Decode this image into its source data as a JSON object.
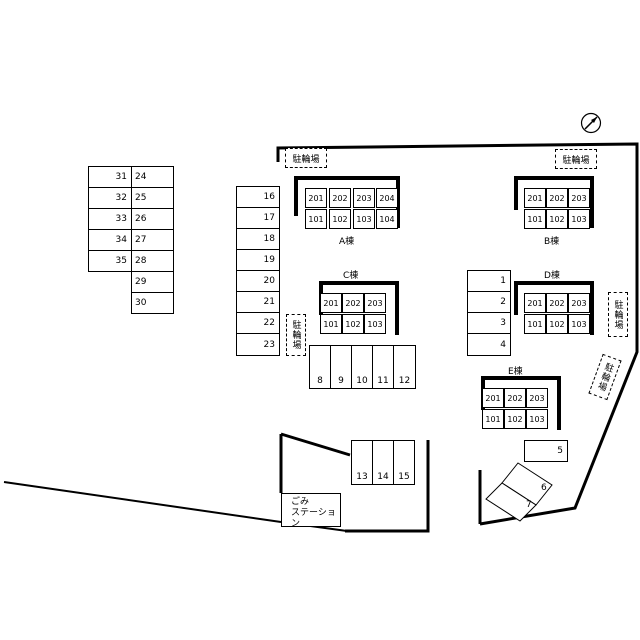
{
  "buildings": [
    {
      "name": "A棟",
      "upper": [
        "201",
        "202",
        "203",
        "204"
      ],
      "lower": [
        "101",
        "102",
        "103",
        "104"
      ]
    },
    {
      "name": "B棟",
      "upper": [
        "201",
        "202",
        "203"
      ],
      "lower": [
        "101",
        "102",
        "103"
      ]
    },
    {
      "name": "C棟",
      "upper": [
        "201",
        "202",
        "203"
      ],
      "lower": [
        "101",
        "102",
        "103"
      ]
    },
    {
      "name": "D棟",
      "upper": [
        "201",
        "202",
        "203"
      ],
      "lower": [
        "101",
        "102",
        "103"
      ]
    },
    {
      "name": "E棟",
      "upper": [
        "201",
        "202",
        "203"
      ],
      "lower": [
        "101",
        "102",
        "103"
      ]
    }
  ],
  "parking": {
    "group_31_35": [
      "31",
      "32",
      "33",
      "34",
      "35"
    ],
    "group_24_30": [
      "24",
      "25",
      "26",
      "27",
      "28",
      "29",
      "30"
    ],
    "group_16_23": [
      "16",
      "17",
      "18",
      "19",
      "20",
      "21",
      "22",
      "23"
    ],
    "group_8_12": [
      "8",
      "9",
      "10",
      "11",
      "12"
    ],
    "group_13_15": [
      "13",
      "14",
      "15"
    ],
    "group_1_4": [
      "1",
      "2",
      "3",
      "4"
    ],
    "slot_5": "5",
    "slot_6": "6",
    "slot_7": "7"
  },
  "bicycle_label": "駐輪場",
  "garbage_station": {
    "line1": "ごみ",
    "line2": "ステーション"
  },
  "icons": {
    "compass": "north-arrow-icon"
  }
}
